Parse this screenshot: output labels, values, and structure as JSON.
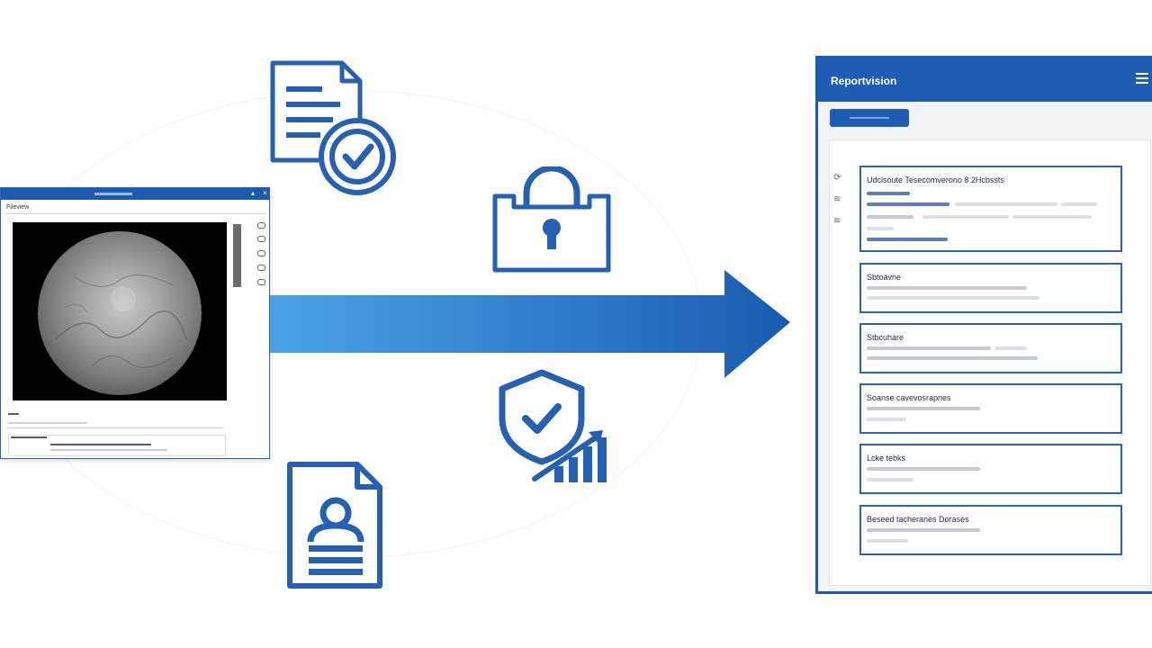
{
  "viewer": {
    "menu_text": "Fileview",
    "icons": [
      "minimize-icon",
      "close-icon"
    ]
  },
  "report": {
    "title": "Reportvision",
    "sections": [
      {
        "title": "Udclsoute  Tesecomverono  8 2Hcbssts"
      },
      {
        "title": "Sbtoavne"
      },
      {
        "title": "Stbcuhare"
      },
      {
        "title": "Soanse  cavevosrapnes"
      },
      {
        "title": "Lcke  tebks"
      },
      {
        "title": "Beseed tacheranes Dorases"
      }
    ]
  },
  "icons": [
    "document-check-icon",
    "lock-icon",
    "shield-check-chart-icon",
    "patient-document-icon",
    "arrow-right-icon",
    "menu-icon"
  ],
  "colors": {
    "primary": "#1f5cb3",
    "arrow_start": "#4aa3e6",
    "arrow_end": "#1a5bb0"
  }
}
